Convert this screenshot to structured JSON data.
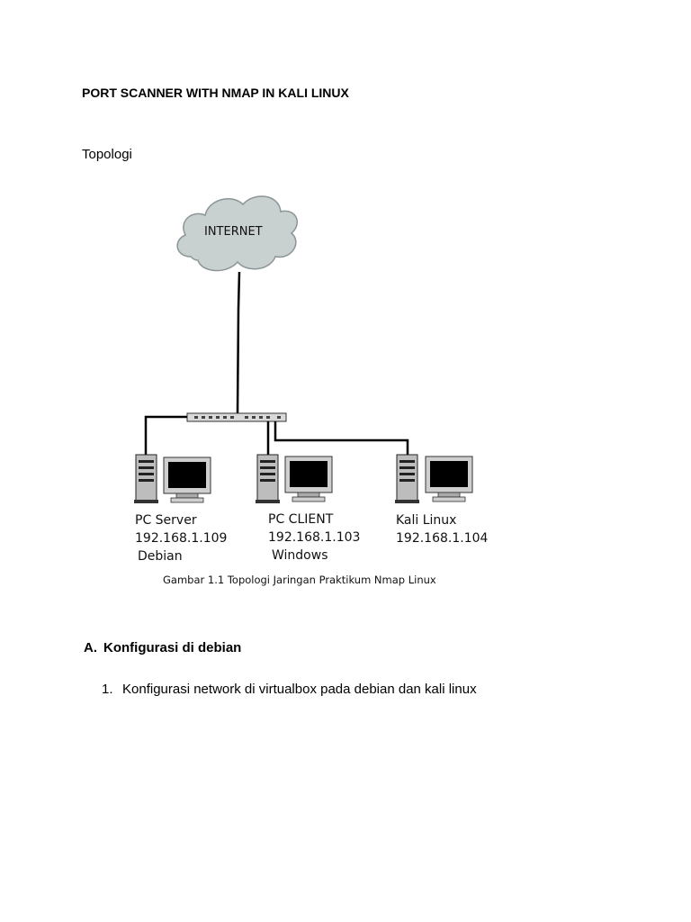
{
  "document": {
    "title": "PORT SCANNER WITH NMAP IN KALI LINUX",
    "topology_label": "Topologi"
  },
  "diagram": {
    "cloud_label": "INTERNET",
    "nodes": [
      {
        "name": "PC Server",
        "ip": "192.168.1.109",
        "os": "Debian"
      },
      {
        "name": "PC CLIENT",
        "ip": "192.168.1.103",
        "os": "Windows"
      },
      {
        "name": "Kali Linux",
        "ip": "192.168.1.104",
        "os": ""
      }
    ],
    "caption": "Gambar 1.1 Topologi Jaringan Praktikum Nmap Linux"
  },
  "section_a": {
    "marker": "A.",
    "title": "Konfigurasi di debian",
    "items": [
      {
        "marker": "1.",
        "text": "Konfigurasi network di virtualbox pada debian dan kali linux"
      }
    ]
  }
}
